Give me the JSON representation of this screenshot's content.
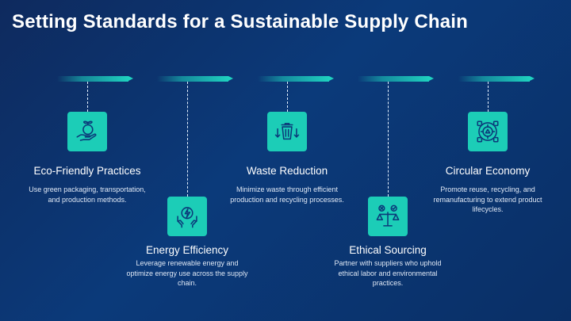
{
  "slide": {
    "title": "Setting Standards for a Sustainable Supply Chain"
  },
  "steps": [
    {
      "title": "Eco-Friendly Practices",
      "description": "Use green packaging, transportation, and production methods.",
      "icon": "eco-hand-plant-icon"
    },
    {
      "title": "Energy Efficiency",
      "description": "Leverage renewable energy and optimize energy use across the supply chain.",
      "icon": "energy-hands-bolt-icon"
    },
    {
      "title": "Waste Reduction",
      "description": "Minimize waste through efficient production and recycling processes.",
      "icon": "recycle-bin-icon"
    },
    {
      "title": "Ethical Sourcing",
      "description": "Partner with suppliers who uphold ethical labor and environmental practices.",
      "icon": "balance-scale-icon"
    },
    {
      "title": "Circular Economy",
      "description": "Promote reuse, recycling, and remanufacturing to extend product lifecycles.",
      "icon": "circular-economy-icon"
    }
  ],
  "colors": {
    "accent": "#1ccdb7",
    "background": "#0b3a7a",
    "text": "#ffffff"
  }
}
